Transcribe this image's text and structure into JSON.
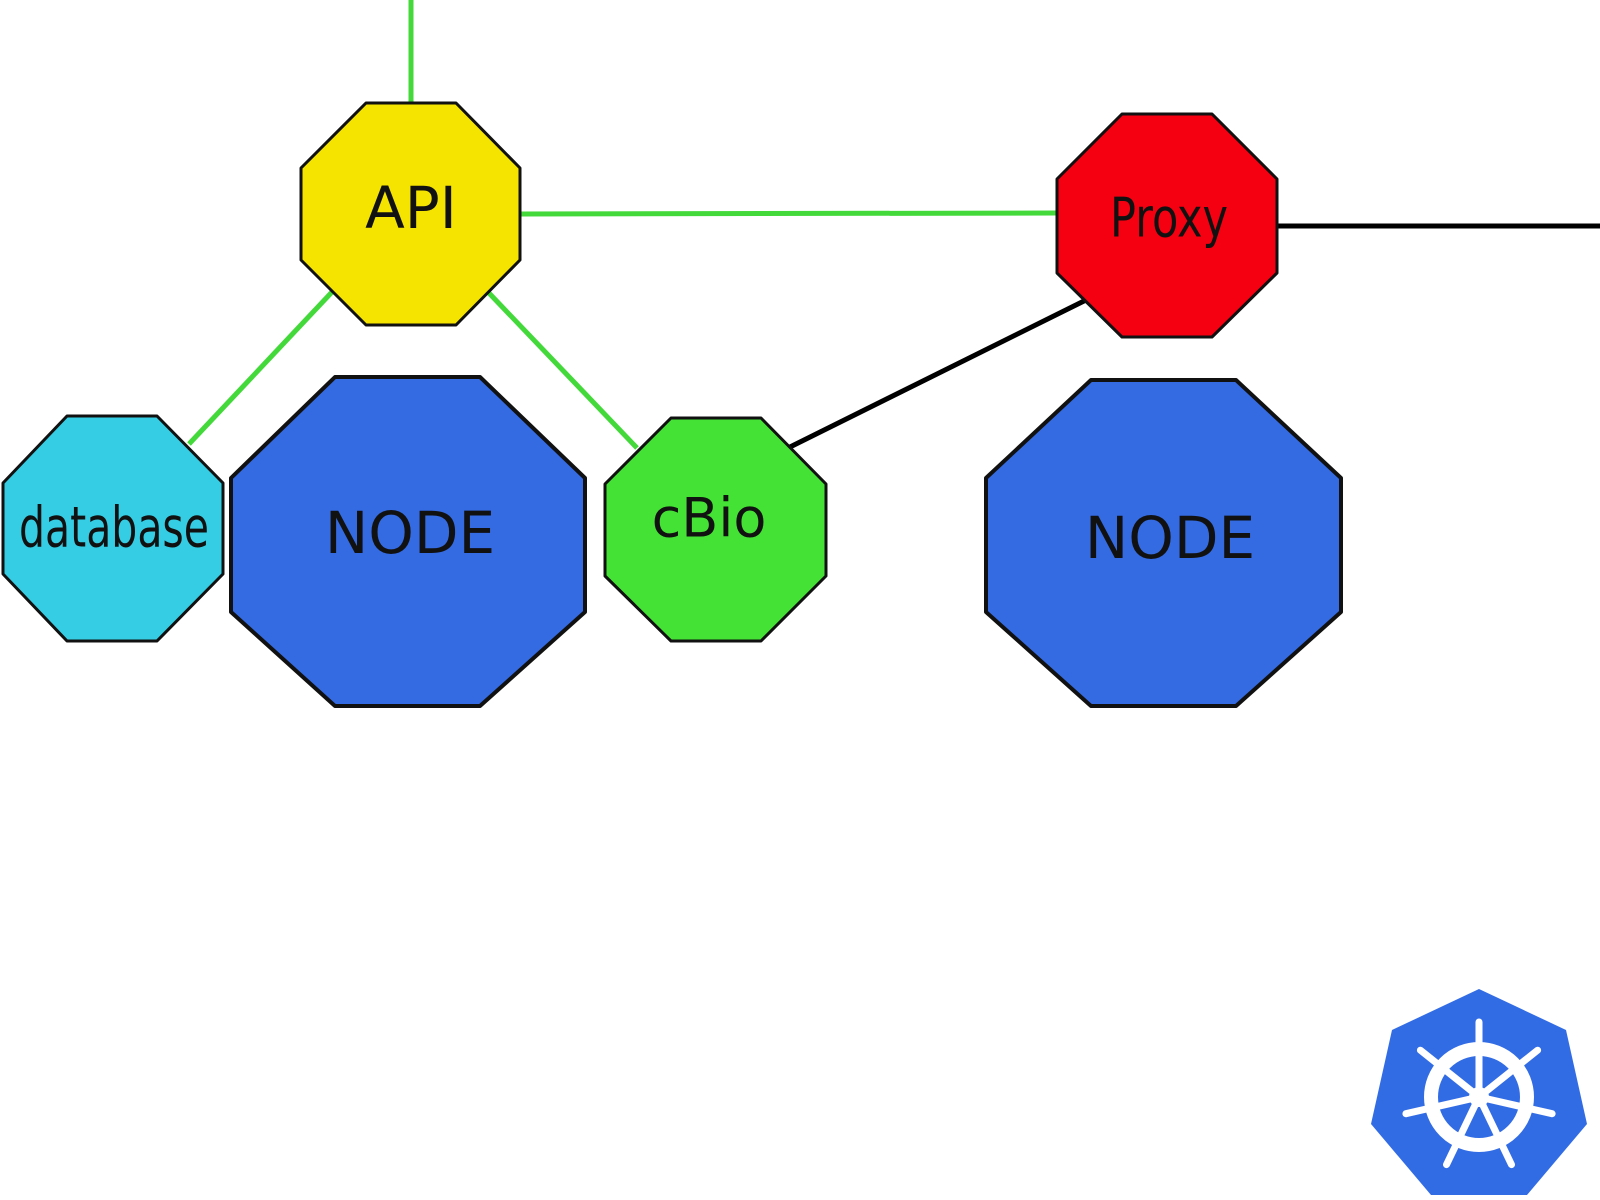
{
  "nodes": {
    "api": {
      "label": "API",
      "fill": "#f5e400"
    },
    "proxy": {
      "label": "Proxy",
      "fill": "#f50011"
    },
    "database": {
      "label": "database",
      "fill": "#35cde3"
    },
    "node_left": {
      "label": "NODE",
      "fill": "#346be3"
    },
    "cbio": {
      "label": "cBio",
      "fill": "#44e235"
    },
    "node_right": {
      "label": "NODE",
      "fill": "#346be3"
    }
  },
  "edges": {
    "colors": {
      "active": "#44d93a",
      "external": "#000000"
    }
  },
  "logo": {
    "icon": "kubernetes-helm-icon",
    "fill": "#326ce5",
    "wheel": "#ffffff"
  }
}
